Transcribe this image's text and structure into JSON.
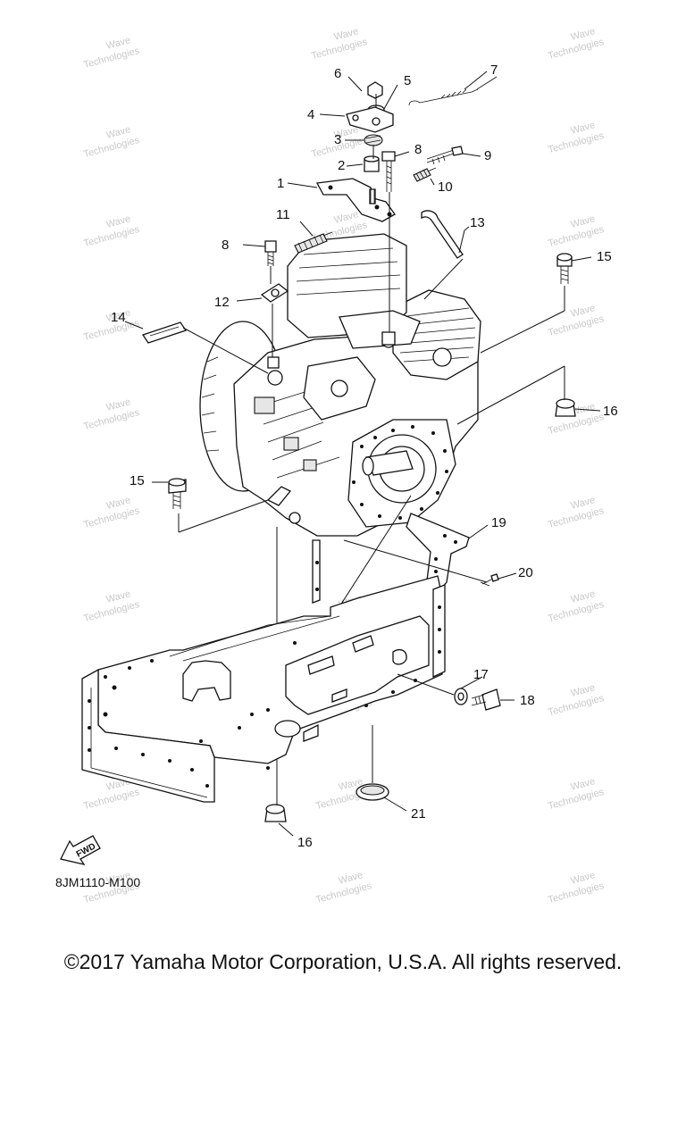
{
  "diagram_code": "8JM1110-M100",
  "fwd_label": "FWD",
  "watermark_lines": [
    "Wave",
    "Technologies"
  ],
  "copyright": "©2017 Yamaha Motor Corporation, U.S.A. All rights reserved.",
  "callouts": {
    "c1": "1",
    "c2": "2",
    "c3": "3",
    "c4": "4",
    "c5": "5",
    "c6": "6",
    "c7": "7",
    "c8a": "8",
    "c8b": "8",
    "c9": "9",
    "c10": "10",
    "c11": "11",
    "c12": "12",
    "c13": "13",
    "c14": "14",
    "c15a": "15",
    "c15b": "15",
    "c16a": "16",
    "c16b": "16",
    "c17": "17",
    "c18": "18",
    "c19": "19",
    "c20": "20",
    "c21": "21"
  }
}
